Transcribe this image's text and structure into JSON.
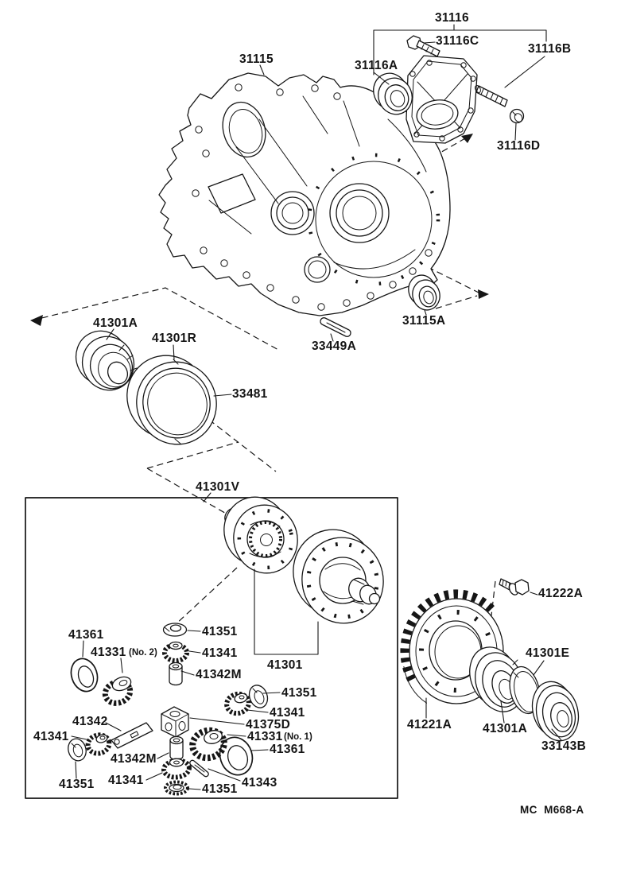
{
  "diagram": {
    "kind": "exploded-parts-diagram",
    "footer_code": "MC  M668-A",
    "colors": {
      "ink": "#161616",
      "background": "#ffffff"
    }
  },
  "labels": {
    "p31116": "31116",
    "p31116C": "31116C",
    "p31116A": "31116A",
    "p31116B": "31116B",
    "p31116D": "31116D",
    "p31115": "31115",
    "p31115A": "31115A",
    "p33449A": "33449A",
    "p41301A_left": "41301A",
    "p41301R": "41301R",
    "p33481": "33481",
    "p41301V": "41301V",
    "p41301": "41301",
    "p41361_upper": "41361",
    "p41331_no2": "41331",
    "p41331_no2_suffix": "(No. 2)",
    "p41351_top": "41351",
    "p41341_top": "41341",
    "p41342M_upper": "41342M",
    "p41351_right": "41351",
    "p41341_right": "41341",
    "p41375D": "41375D",
    "p41331_no1": "41331",
    "p41331_no1_suffix": "(No. 1)",
    "p41361_right": "41361",
    "p41342": "41342",
    "p41341_left": "41341",
    "p41342M_center": "41342M",
    "p41351_bottom_left": "41351",
    "p41341_bottom": "41341",
    "p41343": "41343",
    "p41351_bottom_center": "41351",
    "p41222A": "41222A",
    "p41221A": "41221A",
    "p41301A_right": "41301A",
    "p41301E": "41301E",
    "p33143B": "33143B"
  }
}
